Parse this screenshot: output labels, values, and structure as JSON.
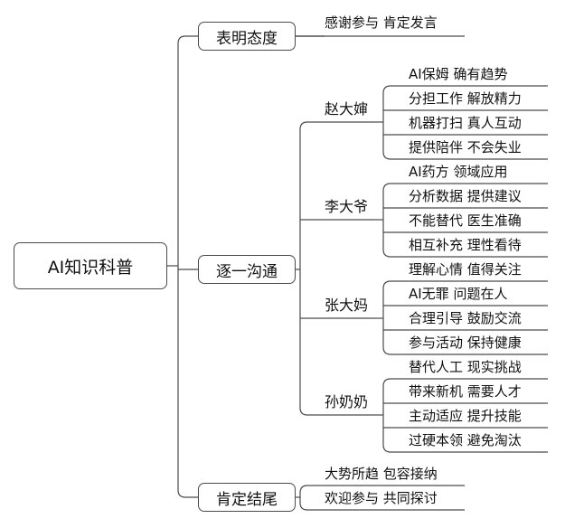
{
  "root": {
    "label": "AI知识科普"
  },
  "branches": [
    {
      "label": "表明态度",
      "leaves": [
        "感谢参与 肯定发言"
      ]
    },
    {
      "label": "逐一沟通",
      "groups": [
        {
          "name": "赵大婶",
          "items": [
            "AI保姆 确有趋势",
            "分担工作 解放精力",
            "机器打扫 真人互动",
            "提供陪伴 不会失业"
          ]
        },
        {
          "name": "李大爷",
          "items": [
            "AI药方 领域应用",
            "分析数据 提供建议",
            "不能替代 医生准确",
            "相互补充 理性看待"
          ]
        },
        {
          "name": "张大妈",
          "items": [
            "理解心情 值得关注",
            "AI无罪 问题在人",
            "合理引导 鼓励交流",
            "参与活动 保持健康"
          ]
        },
        {
          "name": "孙奶奶",
          "items": [
            "替代人工 现实挑战",
            "带来新机 需要人才",
            "主动适应 提升技能",
            "过硬本领 避免淘汰"
          ]
        }
      ]
    },
    {
      "label": "肯定结尾",
      "leaves": [
        "大势所趋 包容接纳",
        "欢迎参与 共同探讨"
      ]
    }
  ]
}
